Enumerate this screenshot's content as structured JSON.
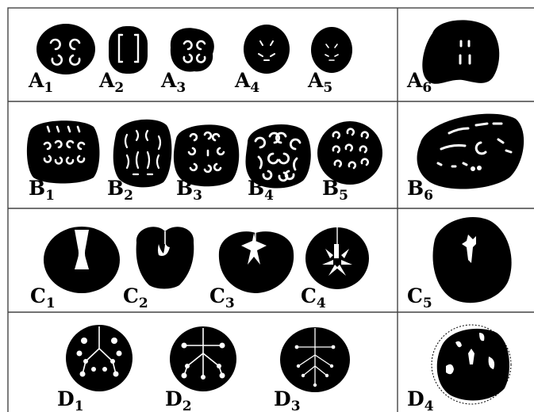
{
  "panels": [
    {
      "id": "A1",
      "letter": "A",
      "sub": "1"
    },
    {
      "id": "A2",
      "letter": "A",
      "sub": "2"
    },
    {
      "id": "A3",
      "letter": "A",
      "sub": "3"
    },
    {
      "id": "A4",
      "letter": "A",
      "sub": "4"
    },
    {
      "id": "A5",
      "letter": "A",
      "sub": "5"
    },
    {
      "id": "A6",
      "letter": "A",
      "sub": "6"
    },
    {
      "id": "B1",
      "letter": "B",
      "sub": "1"
    },
    {
      "id": "B2",
      "letter": "B",
      "sub": "2"
    },
    {
      "id": "B3",
      "letter": "B",
      "sub": "3"
    },
    {
      "id": "B4",
      "letter": "B",
      "sub": "4"
    },
    {
      "id": "B5",
      "letter": "B",
      "sub": "5"
    },
    {
      "id": "B6",
      "letter": "B",
      "sub": "6"
    },
    {
      "id": "C1",
      "letter": "C",
      "sub": "1"
    },
    {
      "id": "C2",
      "letter": "C",
      "sub": "2"
    },
    {
      "id": "C3",
      "letter": "C",
      "sub": "3"
    },
    {
      "id": "C4",
      "letter": "C",
      "sub": "4"
    },
    {
      "id": "C5",
      "letter": "C",
      "sub": "5"
    },
    {
      "id": "D1",
      "letter": "D",
      "sub": "1"
    },
    {
      "id": "D2",
      "letter": "D",
      "sub": "2"
    },
    {
      "id": "D3",
      "letter": "D",
      "sub": "3"
    },
    {
      "id": "D4",
      "letter": "D",
      "sub": "4"
    }
  ],
  "colors": {
    "section_fill": "#000000",
    "tissue_gap": "#ffffff",
    "grid_line": "#444444"
  }
}
